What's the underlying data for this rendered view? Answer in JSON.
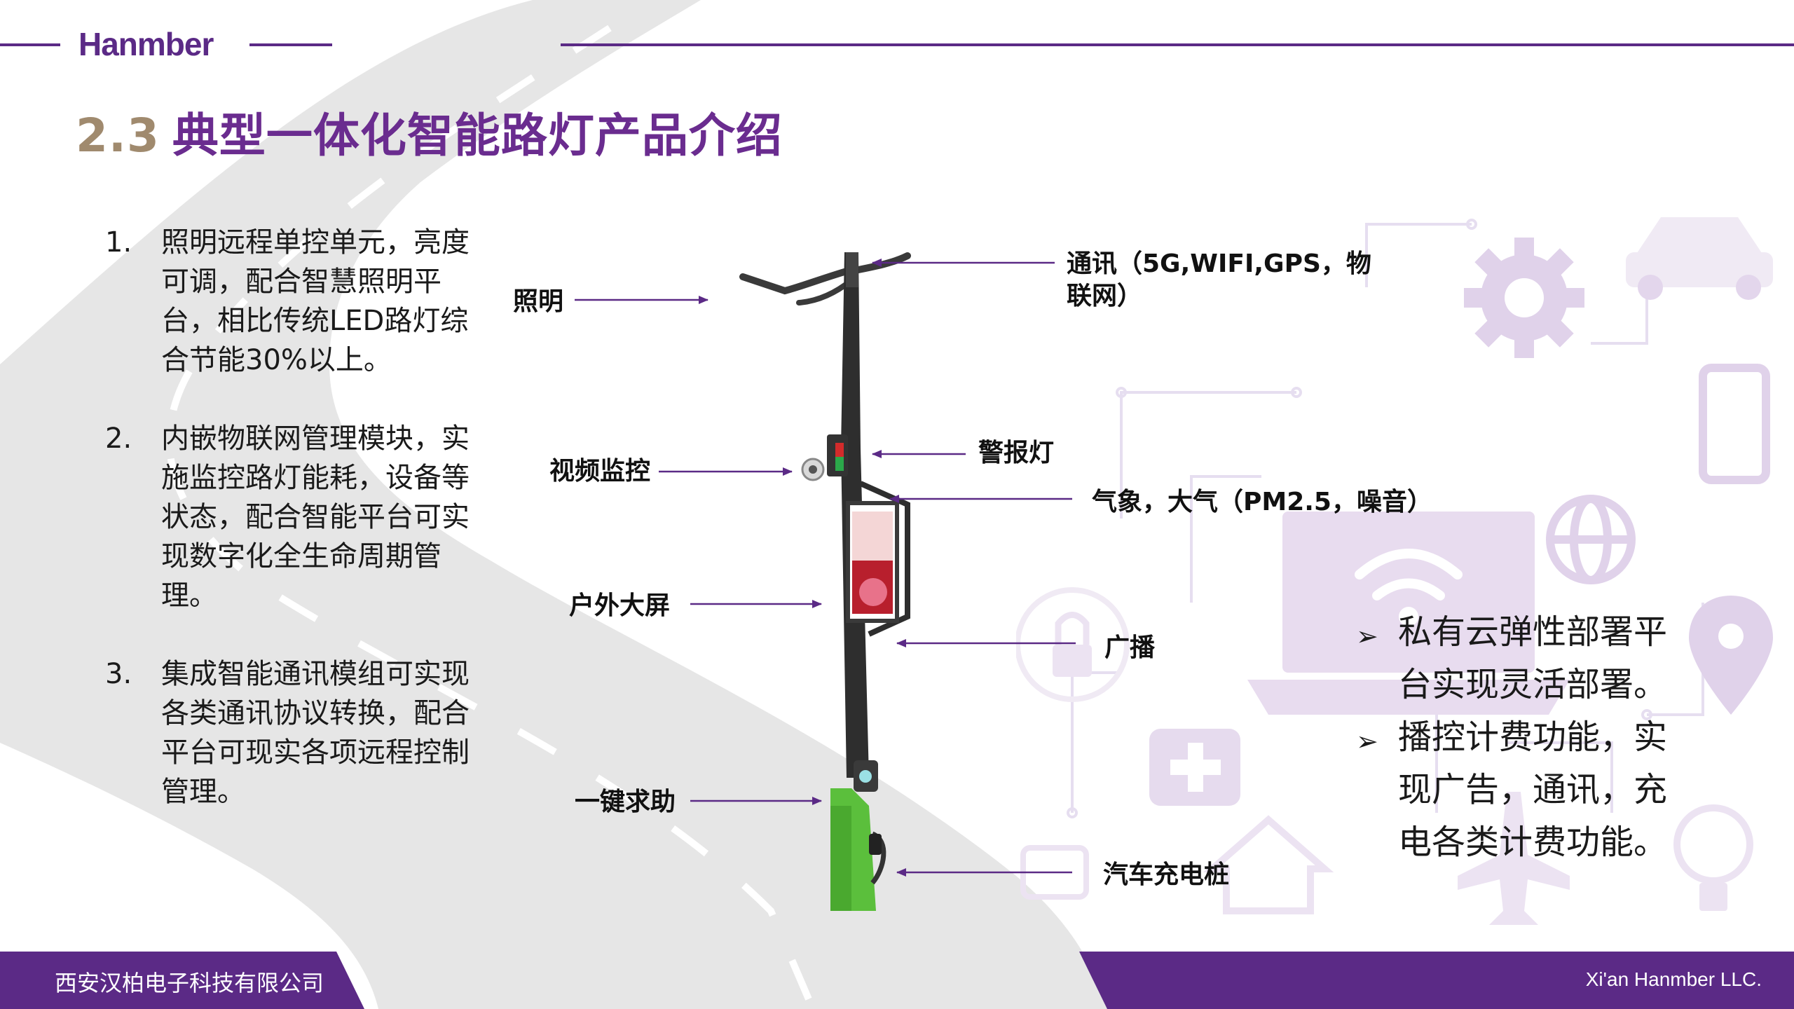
{
  "header": {
    "brand": "Hanmber",
    "title_number": "2.3",
    "title_text": "典型一体化智能路灯产品介绍"
  },
  "left_list": [
    {
      "num": "1.",
      "text": "照明远程单控单元，亮度可调，配合智慧照明平台，相比传统LED路灯综合节能30%以上。"
    },
    {
      "num": "2.",
      "text": "内嵌物联网管理模块，实施监控路灯能耗，设备等状态，配合智能平台可实现数字化全生命周期管理。"
    },
    {
      "num": "3.",
      "text": "集成智能通讯模组可实现各类通讯协议转换，配合平台可现实各项远程控制管理。"
    }
  ],
  "callouts": {
    "lighting": "照明",
    "video": "视频监控",
    "screen": "户外大屏",
    "sos": "一键求助",
    "comm": "通讯（5G,WIFI,GPS，物联网）",
    "alarm": "警报灯",
    "weather": "气象，大气（PM2.5，噪音）",
    "broadcast": "广播",
    "charger": "汽车充电桩"
  },
  "right_bullets": [
    {
      "mark": "➢",
      "text": "私有云弹性部署平台实现灵活部署。"
    },
    {
      "mark": "➢",
      "text": "播控计费功能，实现广告，通讯，充电各类计费功能。"
    }
  ],
  "footer": {
    "company_cn": "西安汉柏电子科技有限公司",
    "company_en": "Xi'an Hanmber LLC."
  },
  "colors": {
    "brand_purple": "#5b2a86",
    "title_number_tan": "#a08a6e",
    "road_gray": "#e6e6e6",
    "charger_green": "#5bbf3c"
  }
}
